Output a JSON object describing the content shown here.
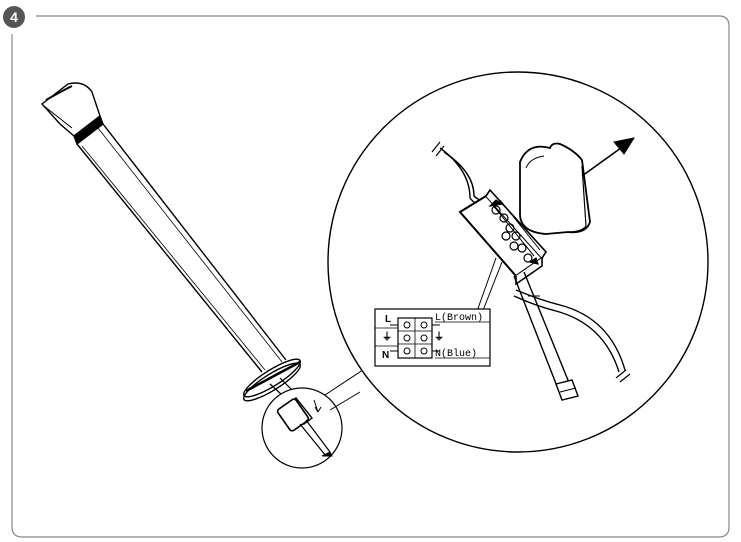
{
  "step": {
    "number": "4"
  },
  "wiring": {
    "terminal_live": "L",
    "terminal_neutral": "N",
    "live_wire": "L(Brown)",
    "neutral_wire": "N(Blue)",
    "earth_symbol": "⏚"
  },
  "colors": {
    "badge": "#555555",
    "frame": "#888888",
    "line": "#000000"
  }
}
